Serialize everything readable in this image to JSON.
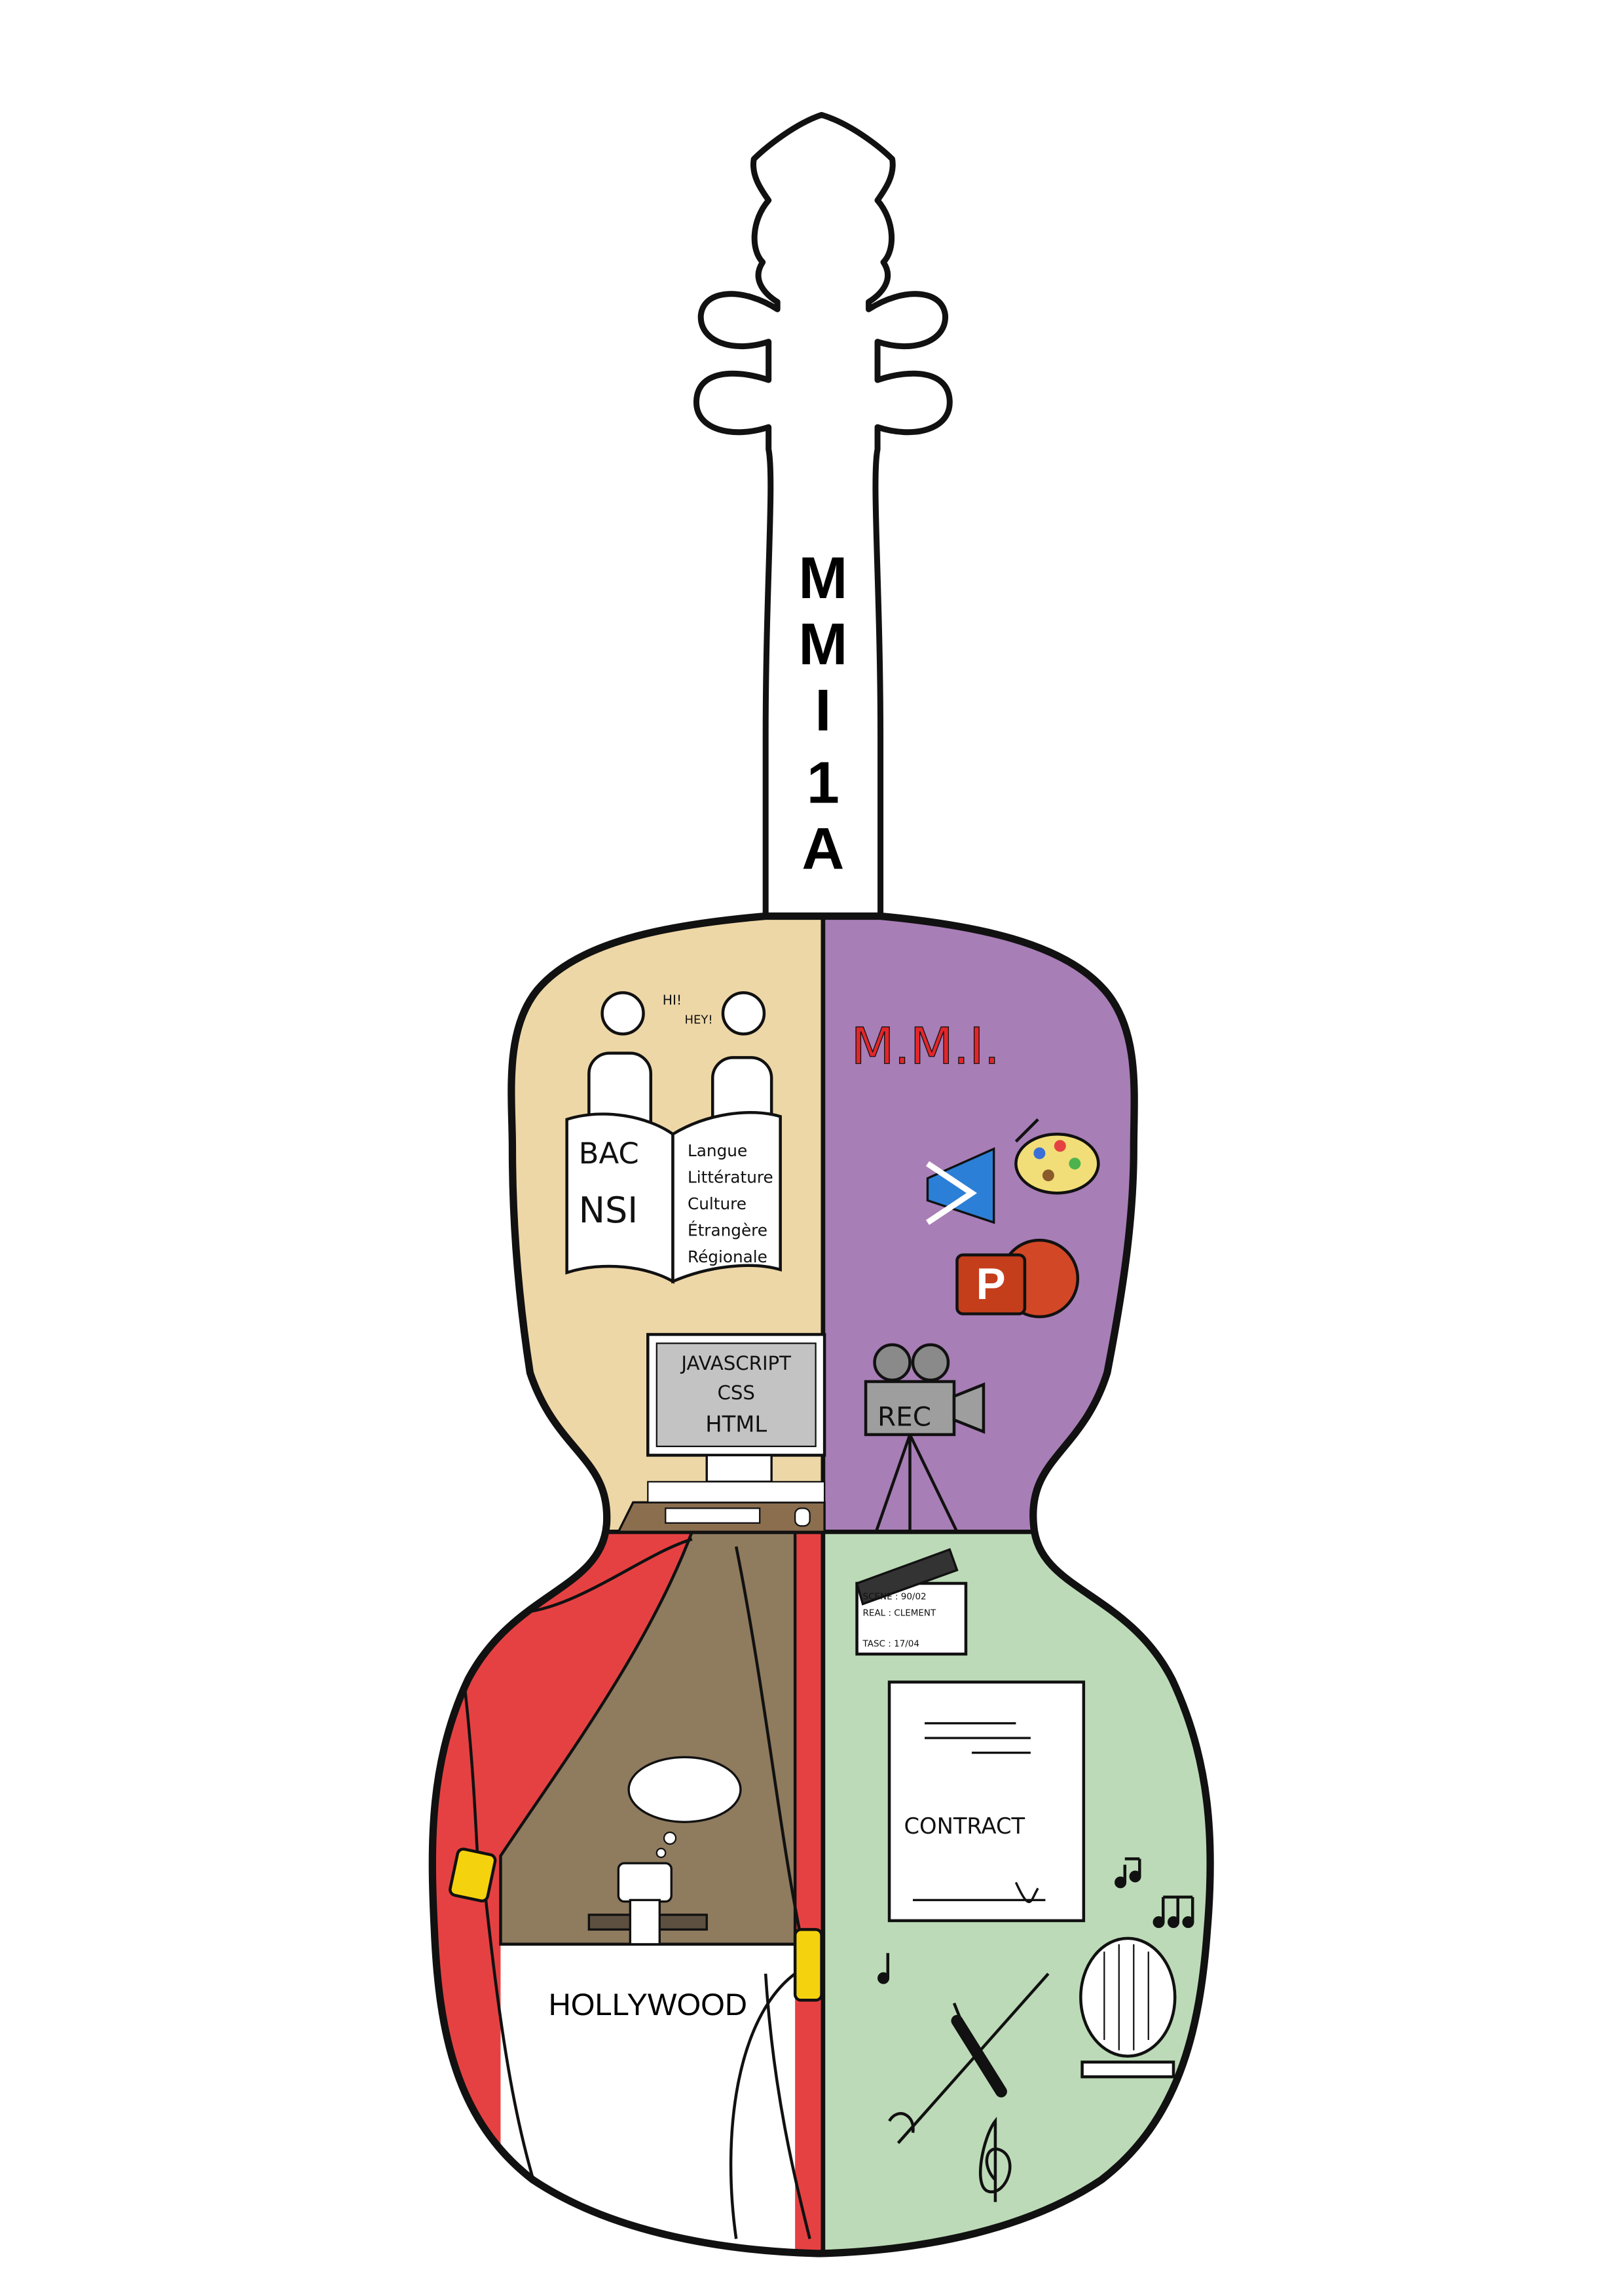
{
  "neck": {
    "letters": [
      "M",
      "M",
      "I",
      "1",
      "A"
    ]
  },
  "top_left": {
    "bubble_1": "HI!",
    "bubble_2": "HEY!",
    "book_left": [
      "BAC",
      "NSI"
    ],
    "book_right": [
      "Langue",
      "Littérature",
      "Culture",
      "Étrangère",
      "Régionale"
    ],
    "monitor": [
      "JAVASCRIPT",
      "CSS",
      "HTML"
    ]
  },
  "top_right": {
    "brand": "M.M.I.",
    "camera_label": "REC",
    "app_letter": "P"
  },
  "bottom_left": {
    "sign": "HOLLYWOOD"
  },
  "bottom_right": {
    "clapper": [
      "SCENE : 90/02",
      "REAL : CLEMENT",
      "TASC : 17/04"
    ],
    "contract": "CONTRACT"
  },
  "colors": {
    "beige": "#EED7A7",
    "purple": "#A87EB6",
    "red": "#E64142",
    "green": "#BCDAB7",
    "brown": "#8F7B5E",
    "outline": "#111111"
  }
}
